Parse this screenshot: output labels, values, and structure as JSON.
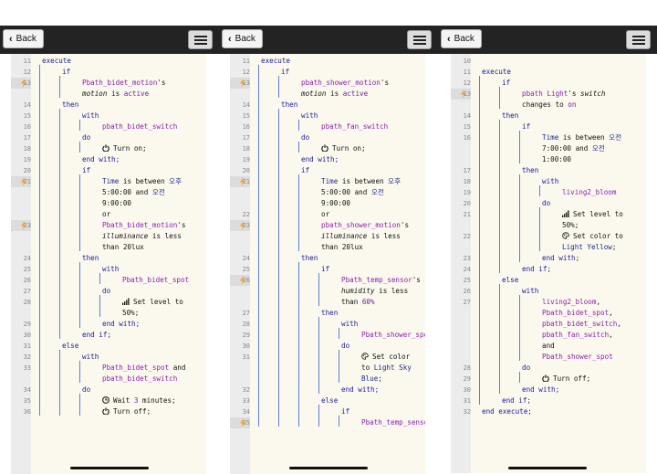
{
  "nav": {
    "back_label": "Back"
  },
  "panes": [
    {
      "lines": [
        {
          "n": "11",
          "t": [
            [
              "kw",
              "execute"
            ]
          ],
          "x": 0
        },
        {
          "n": "12",
          "t": [
            [
              "kw",
              "if"
            ]
          ],
          "x": 1
        },
        {
          "n": "13",
          "t": [
            [
              "dev",
              "Pbath_bidet_motion"
            ],
            [
              "",
              "'s"
            ]
          ],
          "x": 2,
          "bolt": true
        },
        {
          "n": "",
          "t": [
            [
              "it",
              "motion"
            ],
            [
              "",
              " is "
            ],
            [
              "val",
              "active"
            ]
          ],
          "x": 2
        },
        {
          "n": "14",
          "t": [
            [
              "kw",
              "then"
            ]
          ],
          "x": 1
        },
        {
          "n": "15",
          "t": [
            [
              "kw",
              "with"
            ]
          ],
          "x": 2
        },
        {
          "n": "16",
          "t": [
            [
              "dev",
              "pbath_bidet_switch"
            ]
          ],
          "x": 3
        },
        {
          "n": "17",
          "t": [
            [
              "kw",
              "do"
            ]
          ],
          "x": 2
        },
        {
          "n": "18",
          "t": [
            [
              "icon-power",
              ""
            ],
            [
              "",
              "Turn on;"
            ]
          ],
          "x": 3
        },
        {
          "n": "19",
          "t": [
            [
              "kw",
              "end with;"
            ]
          ],
          "x": 2
        },
        {
          "n": "20",
          "t": [
            [
              "kw",
              "if"
            ]
          ],
          "x": 2
        },
        {
          "n": "21",
          "t": [
            [
              "str",
              "Time"
            ],
            [
              "",
              " is between "
            ],
            [
              "str",
              "오후"
            ]
          ],
          "x": 3,
          "bolt": true
        },
        {
          "n": "",
          "t": [
            [
              "",
              "5:00:00 and "
            ],
            [
              "str",
              "오전"
            ]
          ],
          "x": 3
        },
        {
          "n": "",
          "t": [
            [
              "",
              "9:00:00"
            ]
          ],
          "x": 3
        },
        {
          "n": "",
          "t": [
            [
              "",
              "or"
            ]
          ],
          "x": 3
        },
        {
          "n": "23",
          "t": [
            [
              "dev",
              "Pbath_bidet_motion"
            ],
            [
              "",
              "'s"
            ]
          ],
          "x": 3,
          "bolt": true
        },
        {
          "n": "",
          "t": [
            [
              "it",
              "illuminance"
            ],
            [
              "",
              " is less"
            ]
          ],
          "x": 3
        },
        {
          "n": "",
          "t": [
            [
              "",
              "than 20lux"
            ]
          ],
          "x": 3
        },
        {
          "n": "24",
          "t": [
            [
              "kw",
              "then"
            ]
          ],
          "x": 2
        },
        {
          "n": "25",
          "t": [
            [
              "kw",
              "with"
            ]
          ],
          "x": 3
        },
        {
          "n": "26",
          "t": [
            [
              "dev",
              "Pbath_bidet_spot"
            ]
          ],
          "x": 4
        },
        {
          "n": "27",
          "t": [
            [
              "kw",
              "do"
            ]
          ],
          "x": 3
        },
        {
          "n": "28",
          "t": [
            [
              "icon-level",
              ""
            ],
            [
              "",
              "Set level to"
            ]
          ],
          "x": 4
        },
        {
          "n": "",
          "t": [
            [
              "",
              "50%;"
            ]
          ],
          "x": 4
        },
        {
          "n": "29",
          "t": [
            [
              "kw",
              "end with;"
            ]
          ],
          "x": 3
        },
        {
          "n": "30",
          "t": [
            [
              "kw",
              "end if;"
            ]
          ],
          "x": 2
        },
        {
          "n": "31",
          "t": [
            [
              "kw",
              "else"
            ]
          ],
          "x": 1
        },
        {
          "n": "32",
          "t": [
            [
              "kw",
              "with"
            ]
          ],
          "x": 2
        },
        {
          "n": "33",
          "t": [
            [
              "dev",
              "Pbath_bidet_spot"
            ],
            [
              "",
              " and"
            ]
          ],
          "x": 3
        },
        {
          "n": "",
          "t": [
            [
              "dev",
              "pbath_bidet_switch"
            ]
          ],
          "x": 3
        },
        {
          "n": "34",
          "t": [
            [
              "kw",
              "do"
            ]
          ],
          "x": 2
        },
        {
          "n": "35",
          "t": [
            [
              "icon-clock",
              ""
            ],
            [
              "",
              "Wait "
            ],
            [
              "val",
              "3"
            ],
            [
              "",
              " minutes;"
            ]
          ],
          "x": 3
        },
        {
          "n": "36",
          "t": [
            [
              "icon-power",
              ""
            ],
            [
              "",
              "Turn off;"
            ]
          ],
          "x": 3
        }
      ]
    },
    {
      "lines": [
        {
          "n": "11",
          "t": [
            [
              "kw",
              "execute"
            ]
          ],
          "x": 0
        },
        {
          "n": "12",
          "t": [
            [
              "kw",
              "if"
            ]
          ],
          "x": 1
        },
        {
          "n": "13",
          "t": [
            [
              "dev",
              "pbath_shower_motion"
            ],
            [
              "",
              "'s"
            ]
          ],
          "x": 2,
          "bolt": true
        },
        {
          "n": "",
          "t": [
            [
              "it",
              "motion"
            ],
            [
              "",
              " is "
            ],
            [
              "val",
              "active"
            ]
          ],
          "x": 2
        },
        {
          "n": "14",
          "t": [
            [
              "kw",
              "then"
            ]
          ],
          "x": 1
        },
        {
          "n": "15",
          "t": [
            [
              "kw",
              "with"
            ]
          ],
          "x": 2
        },
        {
          "n": "16",
          "t": [
            [
              "dev",
              "pbath_fan_switch"
            ]
          ],
          "x": 3
        },
        {
          "n": "17",
          "t": [
            [
              "kw",
              "do"
            ]
          ],
          "x": 2
        },
        {
          "n": "18",
          "t": [
            [
              "icon-power",
              ""
            ],
            [
              "",
              "Turn on;"
            ]
          ],
          "x": 3
        },
        {
          "n": "19",
          "t": [
            [
              "kw",
              "end with;"
            ]
          ],
          "x": 2
        },
        {
          "n": "20",
          "t": [
            [
              "kw",
              "if"
            ]
          ],
          "x": 2
        },
        {
          "n": "21",
          "t": [
            [
              "str",
              "Time"
            ],
            [
              "",
              " is between "
            ],
            [
              "str",
              "오후"
            ]
          ],
          "x": 3,
          "bolt": true
        },
        {
          "n": "",
          "t": [
            [
              "",
              "5:00:00 and "
            ],
            [
              "str",
              "오전"
            ]
          ],
          "x": 3
        },
        {
          "n": "",
          "t": [
            [
              "",
              "9:00:00"
            ]
          ],
          "x": 3
        },
        {
          "n": "22",
          "t": [
            [
              "",
              "or"
            ]
          ],
          "x": 3
        },
        {
          "n": "23",
          "t": [
            [
              "dev",
              "pbath_shower_motion"
            ],
            [
              "",
              "'s"
            ]
          ],
          "x": 3,
          "bolt": true
        },
        {
          "n": "",
          "t": [
            [
              "it",
              "illuminance"
            ],
            [
              "",
              " is less"
            ]
          ],
          "x": 3
        },
        {
          "n": "",
          "t": [
            [
              "",
              "than 20lux"
            ]
          ],
          "x": 3
        },
        {
          "n": "24",
          "t": [
            [
              "kw",
              "then"
            ]
          ],
          "x": 2
        },
        {
          "n": "25",
          "t": [
            [
              "kw",
              "if"
            ]
          ],
          "x": 3
        },
        {
          "n": "26",
          "t": [
            [
              "dev",
              "Pbath_temp_sensor"
            ],
            [
              "",
              "'s"
            ]
          ],
          "x": 4,
          "bolt": true
        },
        {
          "n": "",
          "t": [
            [
              "it",
              "humidity"
            ],
            [
              "",
              " is less"
            ]
          ],
          "x": 4
        },
        {
          "n": "",
          "t": [
            [
              "",
              "than "
            ],
            [
              "val",
              "60%"
            ]
          ],
          "x": 4
        },
        {
          "n": "27",
          "t": [
            [
              "kw",
              "then"
            ]
          ],
          "x": 3
        },
        {
          "n": "28",
          "t": [
            [
              "kw",
              "with"
            ]
          ],
          "x": 4
        },
        {
          "n": "29",
          "t": [
            [
              "dev",
              "Pbath_shower_spot"
            ]
          ],
          "x": 5
        },
        {
          "n": "30",
          "t": [
            [
              "kw",
              "do"
            ]
          ],
          "x": 4
        },
        {
          "n": "31",
          "t": [
            [
              "icon-palette",
              ""
            ],
            [
              "",
              "Set color"
            ]
          ],
          "x": 5
        },
        {
          "n": "",
          "t": [
            [
              "",
              "to "
            ],
            [
              "str",
              "Light Sky"
            ]
          ],
          "x": 5
        },
        {
          "n": "",
          "t": [
            [
              "str",
              "Blue"
            ],
            [
              "",
              ";"
            ]
          ],
          "x": 5
        },
        {
          "n": "32",
          "t": [
            [
              "kw",
              "end with;"
            ]
          ],
          "x": 4
        },
        {
          "n": "33",
          "t": [
            [
              "kw",
              "else"
            ]
          ],
          "x": 3
        },
        {
          "n": "34",
          "t": [
            [
              "kw",
              "if"
            ]
          ],
          "x": 4
        },
        {
          "n": "35",
          "t": [
            [
              "dev",
              "Pbath_temp_sensor"
            ]
          ],
          "x": 5,
          "bolt": true
        }
      ]
    },
    {
      "lines": [
        {
          "n": "10",
          "t": [],
          "x": 0
        },
        {
          "n": "11",
          "t": [
            [
              "kw",
              "execute"
            ]
          ],
          "x": 0
        },
        {
          "n": "12",
          "t": [
            [
              "kw",
              "if"
            ]
          ],
          "x": 1
        },
        {
          "n": "13",
          "t": [
            [
              "dev",
              "pbath Light"
            ],
            [
              "",
              "'s "
            ],
            [
              "it",
              "switch"
            ]
          ],
          "x": 2,
          "bolt": true
        },
        {
          "n": "",
          "t": [
            [
              "",
              "changes to "
            ],
            [
              "val",
              "on"
            ]
          ],
          "x": 2
        },
        {
          "n": "14",
          "t": [
            [
              "kw",
              "then"
            ]
          ],
          "x": 1
        },
        {
          "n": "15",
          "t": [
            [
              "kw",
              "if"
            ]
          ],
          "x": 2
        },
        {
          "n": "16",
          "t": [
            [
              "str",
              "Time"
            ],
            [
              "",
              " is between "
            ],
            [
              "str",
              "오전"
            ]
          ],
          "x": 3
        },
        {
          "n": "",
          "t": [
            [
              "",
              "7:00:00 and "
            ],
            [
              "str",
              "오전"
            ]
          ],
          "x": 3
        },
        {
          "n": "",
          "t": [
            [
              "",
              "1:00:00"
            ]
          ],
          "x": 3
        },
        {
          "n": "17",
          "t": [
            [
              "kw",
              "then"
            ]
          ],
          "x": 2
        },
        {
          "n": "18",
          "t": [
            [
              "kw",
              "with"
            ]
          ],
          "x": 3
        },
        {
          "n": "19",
          "t": [
            [
              "dev",
              "living2_bloom"
            ]
          ],
          "x": 4
        },
        {
          "n": "20",
          "t": [
            [
              "kw",
              "do"
            ]
          ],
          "x": 3
        },
        {
          "n": "21",
          "t": [
            [
              "icon-level",
              ""
            ],
            [
              "",
              "Set level to"
            ]
          ],
          "x": 4
        },
        {
          "n": "",
          "t": [
            [
              "",
              "50%;"
            ]
          ],
          "x": 4
        },
        {
          "n": "22",
          "t": [
            [
              "icon-palette",
              ""
            ],
            [
              "",
              "Set color to"
            ]
          ],
          "x": 4
        },
        {
          "n": "",
          "t": [
            [
              "str",
              "Light Yellow"
            ],
            [
              "",
              ";"
            ]
          ],
          "x": 4
        },
        {
          "n": "23",
          "t": [
            [
              "kw",
              "end with;"
            ]
          ],
          "x": 3
        },
        {
          "n": "24",
          "t": [
            [
              "kw",
              "end if;"
            ]
          ],
          "x": 2
        },
        {
          "n": "25",
          "t": [
            [
              "kw",
              "else"
            ]
          ],
          "x": 1
        },
        {
          "n": "26",
          "t": [
            [
              "kw",
              "with"
            ]
          ],
          "x": 2
        },
        {
          "n": "27",
          "t": [
            [
              "dev",
              "living2_bloom"
            ],
            [
              "",
              ","
            ]
          ],
          "x": 3
        },
        {
          "n": "",
          "t": [
            [
              "dev",
              "Pbath_bidet_spot"
            ],
            [
              "",
              ","
            ]
          ],
          "x": 3
        },
        {
          "n": "",
          "t": [
            [
              "dev",
              "pbath_bidet_switch"
            ],
            [
              "",
              ","
            ]
          ],
          "x": 3
        },
        {
          "n": "",
          "t": [
            [
              "dev",
              "pbath_fan_switch"
            ],
            [
              "",
              ","
            ]
          ],
          "x": 3
        },
        {
          "n": "",
          "t": [
            [
              "",
              "and"
            ]
          ],
          "x": 3
        },
        {
          "n": "",
          "t": [
            [
              "dev",
              "Pbath_shower_spot"
            ]
          ],
          "x": 3
        },
        {
          "n": "28",
          "t": [
            [
              "kw",
              "do"
            ]
          ],
          "x": 2
        },
        {
          "n": "29",
          "t": [
            [
              "icon-power",
              ""
            ],
            [
              "",
              "Turn off;"
            ]
          ],
          "x": 3
        },
        {
          "n": "30",
          "t": [
            [
              "kw",
              "end with;"
            ]
          ],
          "x": 2
        },
        {
          "n": "31",
          "t": [
            [
              "kw",
              "end if;"
            ]
          ],
          "x": 1
        },
        {
          "n": "32",
          "t": [
            [
              "kw",
              "end execute;"
            ]
          ],
          "x": 0
        }
      ]
    }
  ]
}
